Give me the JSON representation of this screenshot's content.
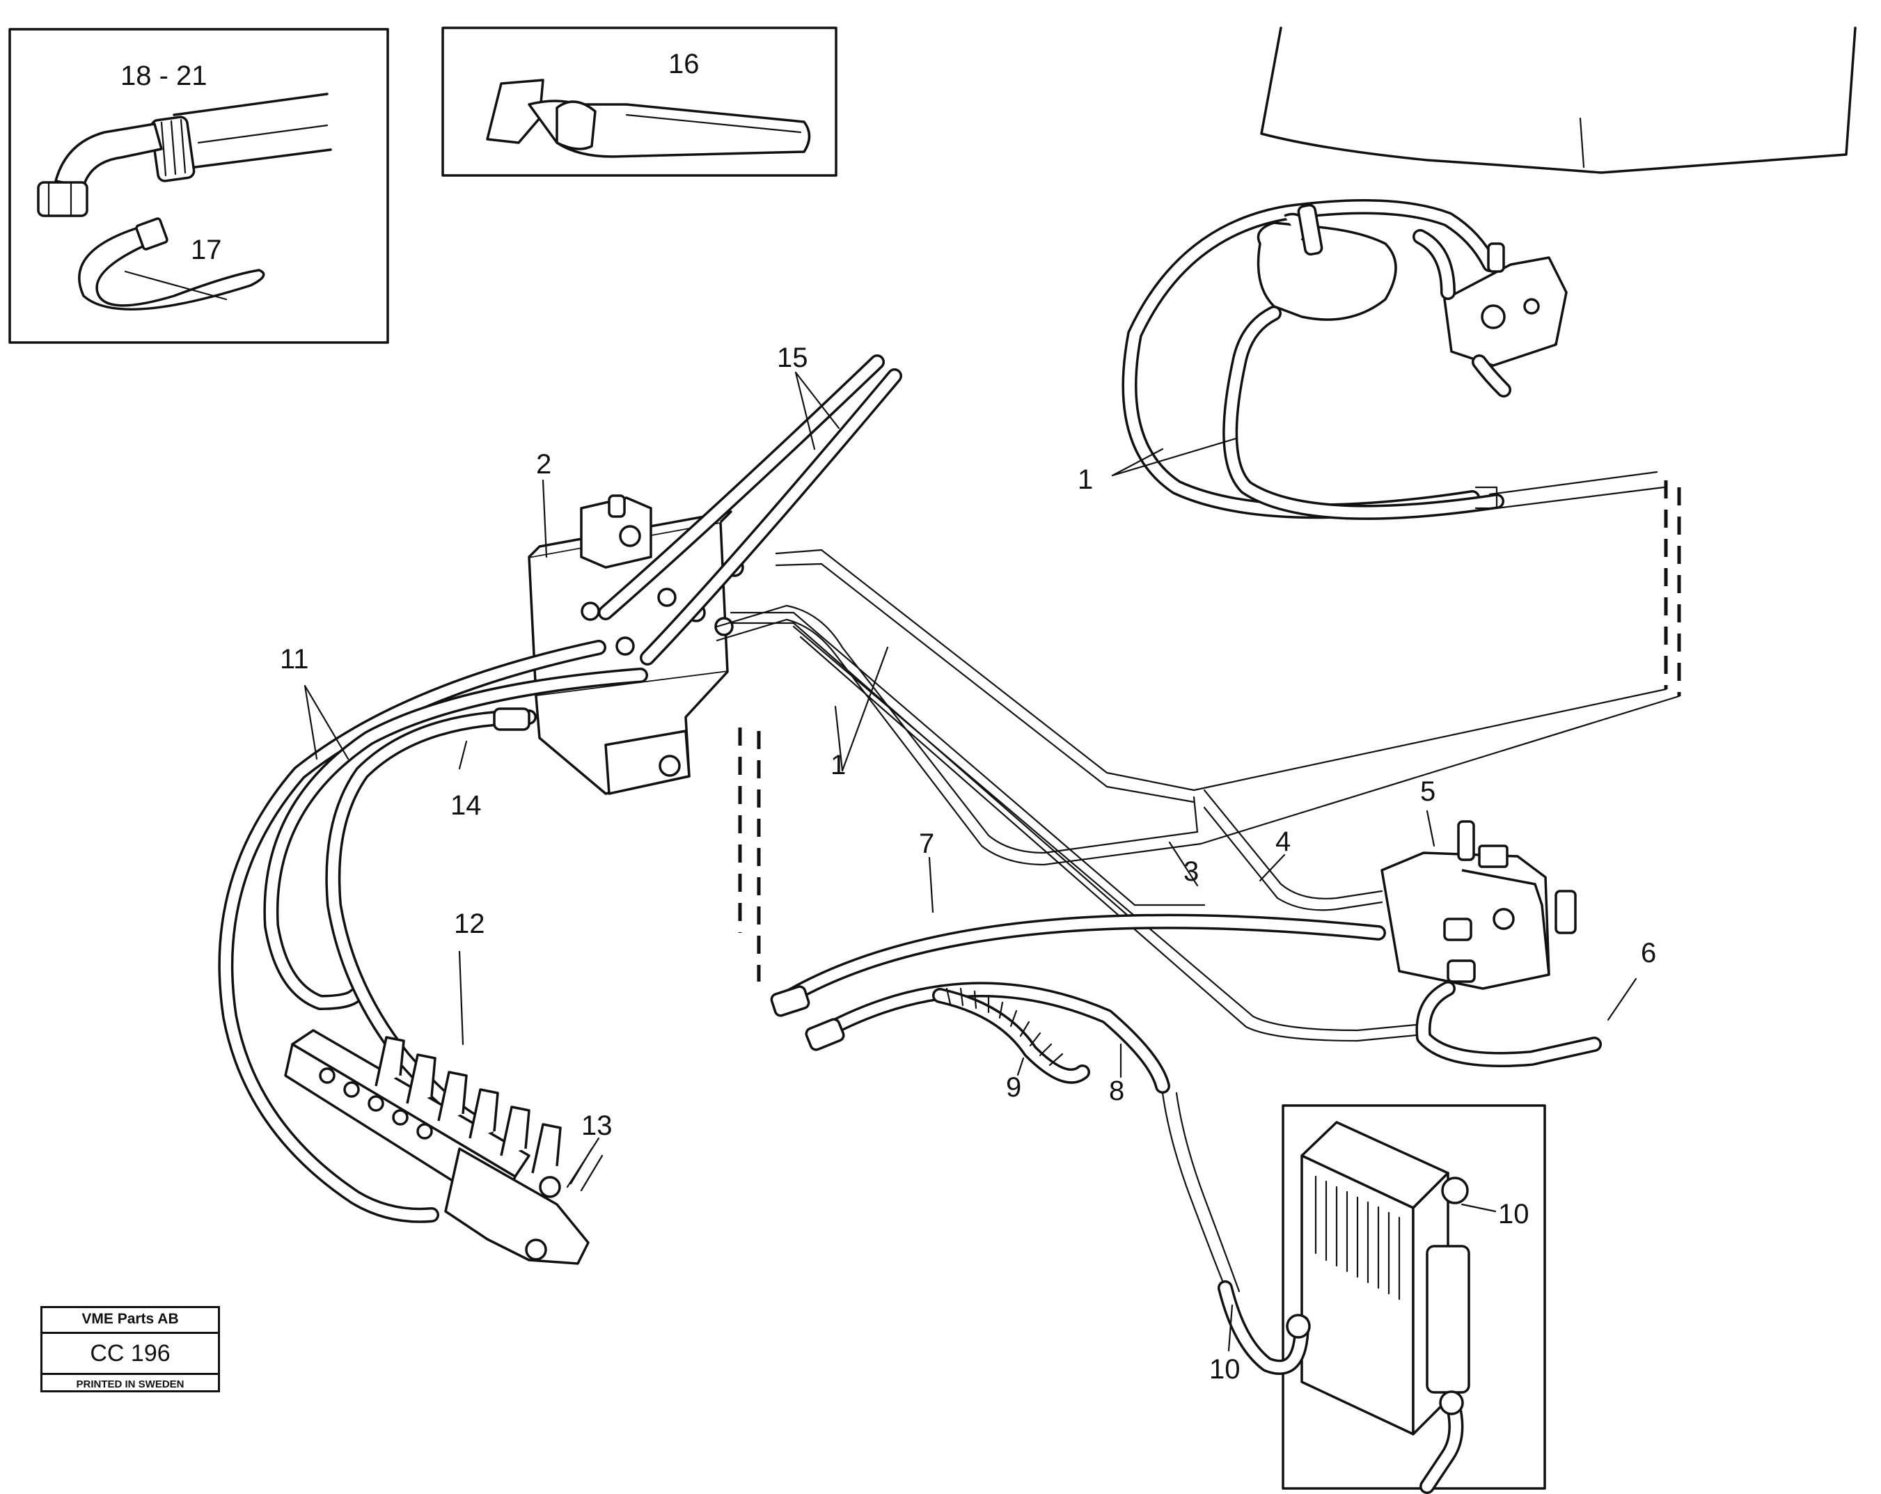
{
  "callouts": {
    "c1a": "1",
    "c1b": "1",
    "c2": "2",
    "c3": "3",
    "c4": "4",
    "c5": "5",
    "c6": "6",
    "c7": "7",
    "c8": "8",
    "c9": "9",
    "c10a": "10",
    "c10b": "10",
    "c11": "11",
    "c12": "12",
    "c13": "13",
    "c14": "14",
    "c15": "15",
    "c16": "16",
    "c17": "17",
    "c18_21": "18 - 21"
  },
  "stamp": {
    "company": "VME Parts AB",
    "code": "CC 196",
    "printed": "PRINTED IN SWEDEN"
  }
}
